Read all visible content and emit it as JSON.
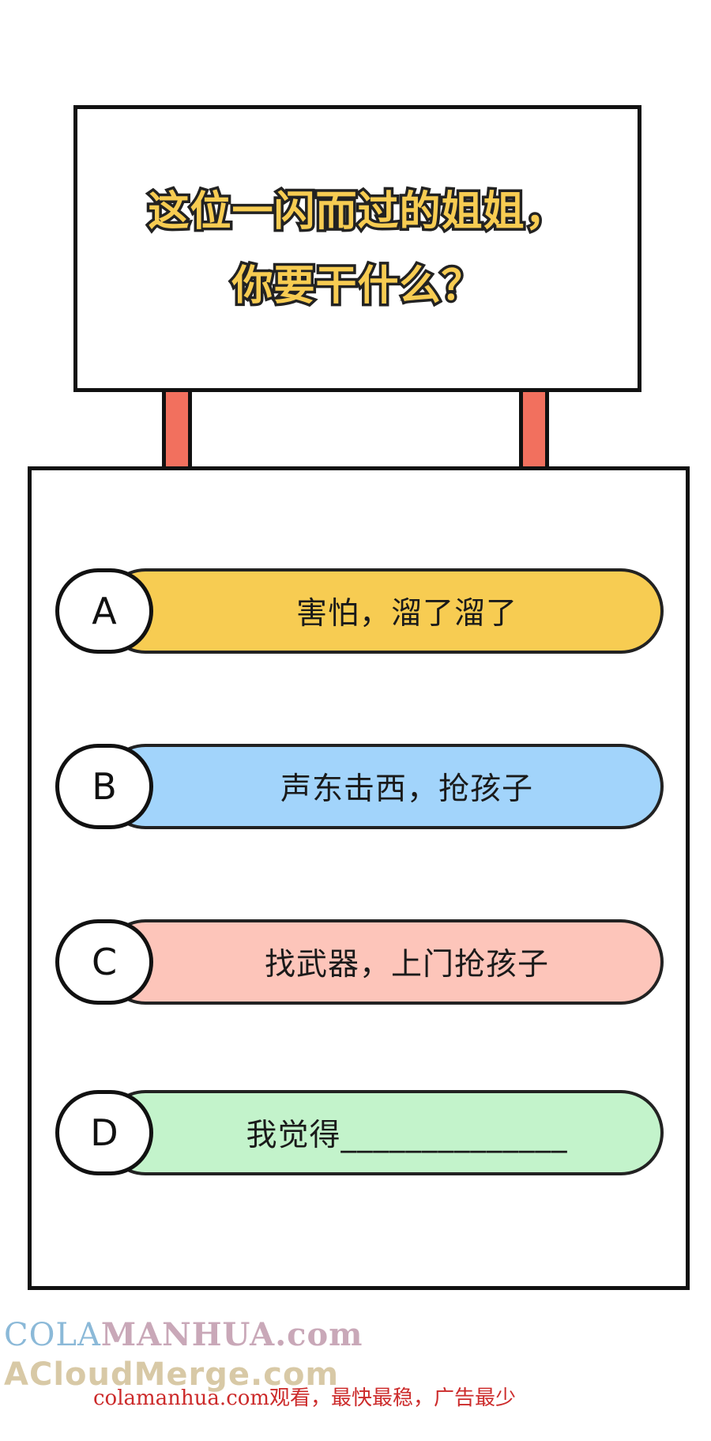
{
  "question": {
    "lines": [
      "这位一闪而过的姐姐，",
      "你要干什么？"
    ]
  },
  "options": [
    {
      "letter": "A",
      "text": "害怕，溜了溜了",
      "color": "#f7cc52"
    },
    {
      "letter": "B",
      "text": "声东击西，抢孩子",
      "color": "#a2d4fb"
    },
    {
      "letter": "C",
      "text": "找武器，上门抢孩子",
      "color": "#fdc5ba"
    },
    {
      "letter": "D",
      "text": "我觉得______________",
      "color": "#c3f3cb"
    }
  ],
  "watermark": {
    "line1_a": "COLA",
    "line1_b": "MANHUA.com",
    "line2": "ACloudMerge.com",
    "footer": "colamanhua.com观看，最快最稳，广告最少"
  },
  "colors": {
    "post": "#f2705e",
    "outline": "#111111",
    "title_fill": "#f7cc52"
  }
}
